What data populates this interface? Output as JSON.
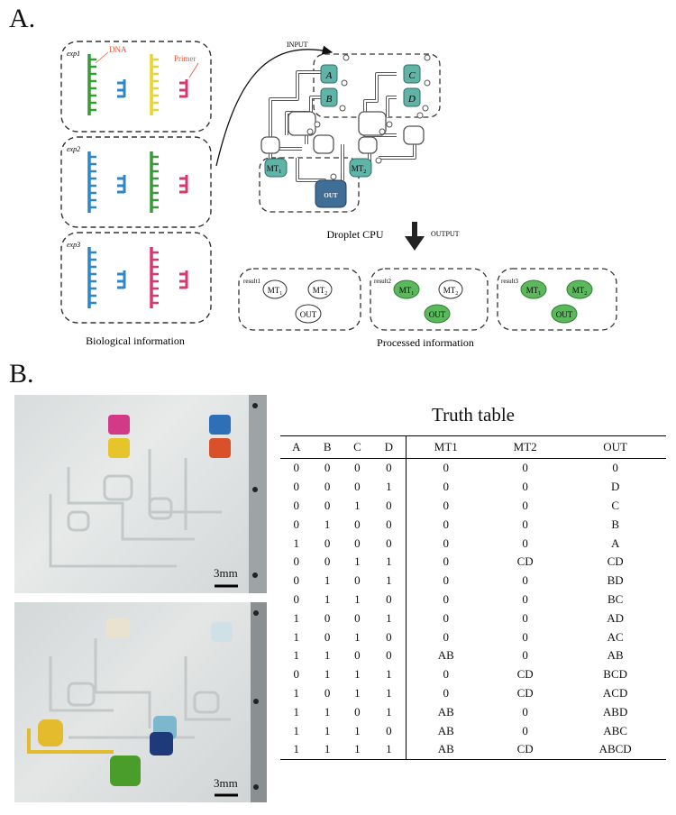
{
  "panel_a": {
    "letter": "A.",
    "bio_caption": "Biological information",
    "cpu_caption": "Droplet CPU",
    "processed_caption": "Processed information",
    "input_label": "INPUT",
    "output_label": "OUTPUT",
    "exp_labels": [
      "exp1",
      "exp2",
      "exp3"
    ],
    "dna_label": "DNA",
    "primer_label": "Primer",
    "chip_inputs": [
      "A",
      "B",
      "C",
      "D"
    ],
    "chip_mt1": "MT",
    "chip_mt2": "MT",
    "chip_mt1_sub": "1",
    "chip_mt2_sub": "2",
    "chip_out": "OUT",
    "results": [
      {
        "label": "result1",
        "mt1": "MT",
        "mt2": "MT",
        "sub1": "1",
        "sub2": "2",
        "out": "OUT"
      },
      {
        "label": "result2",
        "mt1": "MT",
        "mt2": "MT",
        "sub1": "1",
        "sub2": "2",
        "out": "OUT"
      },
      {
        "label": "result3",
        "mt1": "MT",
        "mt2": "MT",
        "sub1": "1",
        "sub2": "2",
        "out": "OUT"
      }
    ],
    "colors": {
      "green": "#3a9a3a",
      "blue": "#2f86c6",
      "yellow": "#e5d630",
      "pink": "#d8386e",
      "teal": "#5fb3a7",
      "out_blue": "#3f6f96",
      "result_green": "#5cb85c",
      "red_label": "#e05a3a"
    }
  },
  "panel_b": {
    "letter": "B.",
    "scale_label_top": "3mm",
    "scale_label_bottom": "3mm",
    "truth_table": {
      "title": "Truth table",
      "headers": [
        "A",
        "B",
        "C",
        "D",
        "MT1",
        "MT2",
        "OUT"
      ],
      "rows": [
        [
          "0",
          "0",
          "0",
          "0",
          "0",
          "0",
          "0"
        ],
        [
          "0",
          "0",
          "0",
          "1",
          "0",
          "0",
          "D"
        ],
        [
          "0",
          "0",
          "1",
          "0",
          "0",
          "0",
          "C"
        ],
        [
          "0",
          "1",
          "0",
          "0",
          "0",
          "0",
          "B"
        ],
        [
          "1",
          "0",
          "0",
          "0",
          "0",
          "0",
          "A"
        ],
        [
          "0",
          "0",
          "1",
          "1",
          "0",
          "CD",
          "CD"
        ],
        [
          "0",
          "1",
          "0",
          "1",
          "0",
          "0",
          "BD"
        ],
        [
          "0",
          "1",
          "1",
          "0",
          "0",
          "0",
          "BC"
        ],
        [
          "1",
          "0",
          "0",
          "1",
          "0",
          "0",
          "AD"
        ],
        [
          "1",
          "0",
          "1",
          "0",
          "0",
          "0",
          "AC"
        ],
        [
          "1",
          "1",
          "0",
          "0",
          "AB",
          "0",
          "AB"
        ],
        [
          "0",
          "1",
          "1",
          "1",
          "0",
          "CD",
          "BCD"
        ],
        [
          "1",
          "0",
          "1",
          "1",
          "0",
          "CD",
          "ACD"
        ],
        [
          "1",
          "1",
          "0",
          "1",
          "AB",
          "0",
          "ABD"
        ],
        [
          "1",
          "1",
          "1",
          "0",
          "AB",
          "0",
          "ABC"
        ],
        [
          "1",
          "1",
          "1",
          "1",
          "AB",
          "CD",
          "ABCD"
        ]
      ]
    }
  }
}
